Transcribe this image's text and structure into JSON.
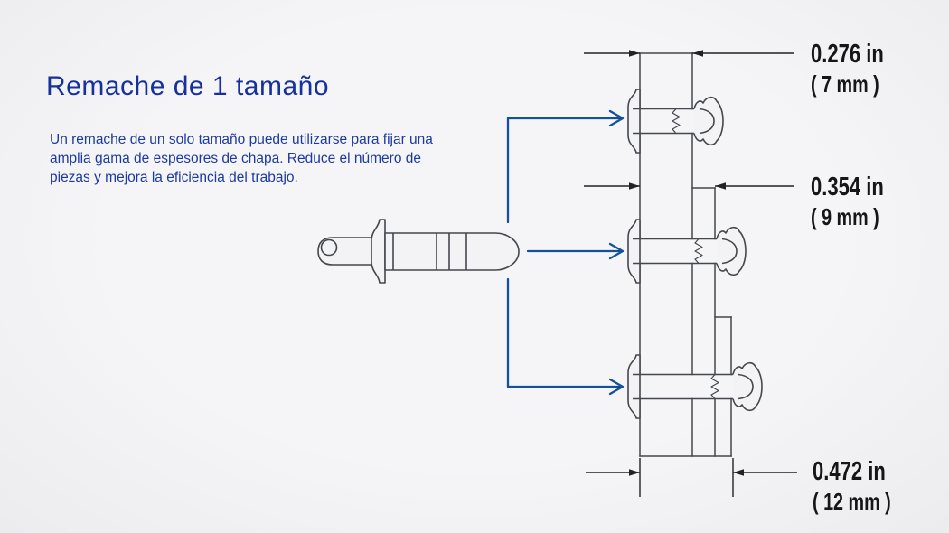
{
  "title": {
    "text": "Remache de 1 tamaño"
  },
  "description": {
    "lines": [
      "Un remache de un solo tamaño puede utilizarse para fijar una",
      "amplia gama de espesores de chapa. Reduce el número de",
      "piezas y mejora la eficiencia del trabajo."
    ]
  },
  "measurements": [
    {
      "id": "thickness-7mm",
      "label_in": "0.276 in",
      "label_mm": "( 7 mm )"
    },
    {
      "id": "thickness-9mm",
      "label_in": "0.354 in",
      "label_mm": "( 9 mm )"
    },
    {
      "id": "thickness-12mm",
      "label_in": "0.472 in",
      "label_mm": "( 12 mm )"
    }
  ],
  "diagram": {
    "subject": "one-size blind rivet fastening sheet stacks of different thickness",
    "free_rivet": "blind-rivet-with-mandrel",
    "installed_rivets": [
      {
        "clamped_thickness": "7 mm (0.276 in)"
      },
      {
        "clamped_thickness": "9 mm (0.354 in)"
      },
      {
        "clamped_thickness": "12 mm (0.472 in)"
      }
    ],
    "colors": {
      "background": "#f3f3f5",
      "text_blue": "#17319c",
      "arrow_blue": "#15509a",
      "outline_gray": "#45474f",
      "dimension_black": "#222222"
    }
  }
}
